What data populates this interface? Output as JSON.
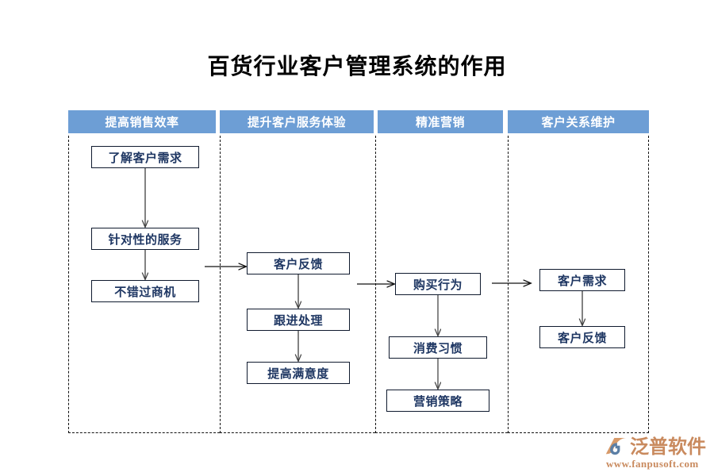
{
  "page": {
    "title": "百货行业客户管理系统的作用",
    "background_color": "#ffffff"
  },
  "colors": {
    "header_bar": "#6d9ed5",
    "header_text": "#ffffff",
    "node_text": "#1f3763",
    "node_border": "#0f1a2e",
    "lane_divider": "#111111",
    "connector": "#3f3f3f",
    "logo_accent": "#c98a5e",
    "logo_mark_blue": "#5b7fa6"
  },
  "columns": [
    {
      "header": "提高销售效率",
      "nodes": [
        "了解客户需求",
        "针对性的服务",
        "不错过商机"
      ]
    },
    {
      "header": "提升客户服务体验",
      "nodes": [
        "客户反馈",
        "跟进处理",
        "提高满意度"
      ]
    },
    {
      "header": "精准营销",
      "nodes": [
        "购买行为",
        "消费习惯",
        "营销策略"
      ]
    },
    {
      "header": "客户关系维护",
      "nodes": [
        "客户需求",
        "客户反馈"
      ]
    }
  ],
  "logo": {
    "name": "泛普软件",
    "url": "www.fanpusoft.com"
  }
}
